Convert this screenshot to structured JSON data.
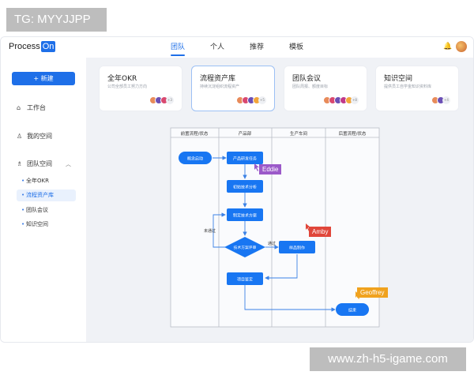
{
  "watermarks": {
    "top": "TG: MYYJJPP",
    "bottom": "www.zh-h5-igame.com"
  },
  "header": {
    "logo_text": "Process",
    "logo_badge": "On",
    "tabs": [
      {
        "label": "团队"
      },
      {
        "label": "个人"
      },
      {
        "label": "推荐"
      },
      {
        "label": "模板"
      }
    ],
    "active_tab": "团队"
  },
  "sidebar": {
    "new_button": "+ 新建",
    "items": [
      {
        "label": "工作台",
        "icon": "home-icon"
      },
      {
        "label": "我的空间",
        "icon": "user-icon"
      },
      {
        "label": "团队空间",
        "icon": "team-icon"
      }
    ],
    "sub_items": [
      {
        "label": "全年OKR"
      },
      {
        "label": "流程资产库"
      },
      {
        "label": "团队会议"
      },
      {
        "label": "知识空间"
      }
    ],
    "active_sub": "流程资产库"
  },
  "cards": [
    {
      "title": "全年OKR",
      "desc": "公司全部员工努力方向",
      "more": "+3"
    },
    {
      "title": "流程资产库",
      "desc": "持续沉淀组织流程资产",
      "more": "+5"
    },
    {
      "title": "团队会议",
      "desc": "团队周报、额度目标",
      "more": "+8"
    },
    {
      "title": "知识空间",
      "desc": "提供员工自学金知识资料库",
      "more": "+4"
    }
  ],
  "diagram": {
    "lanes": [
      "前置流程/状态",
      "产品部",
      "生产车间",
      "后置流程/状态"
    ],
    "nodes": {
      "start": "概念启动",
      "task1": "产品研发任务",
      "task2": "初始技术分析",
      "task3": "制定技术方案",
      "decision": "技术方案评审",
      "make": "样品制作",
      "project": "项目鉴定",
      "end": "结束"
    },
    "edge_labels": {
      "fail": "未通过",
      "pass": "通过"
    },
    "cursors": [
      {
        "name": "Eddie",
        "color": "#9b59c9"
      },
      {
        "name": "Amby",
        "color": "#e0463a"
      },
      {
        "name": "Geoffrey",
        "color": "#f0a21e"
      }
    ]
  },
  "colors": {
    "accent": "#1e6fe8",
    "node": "#1876f2",
    "line": "#3b82e6"
  }
}
